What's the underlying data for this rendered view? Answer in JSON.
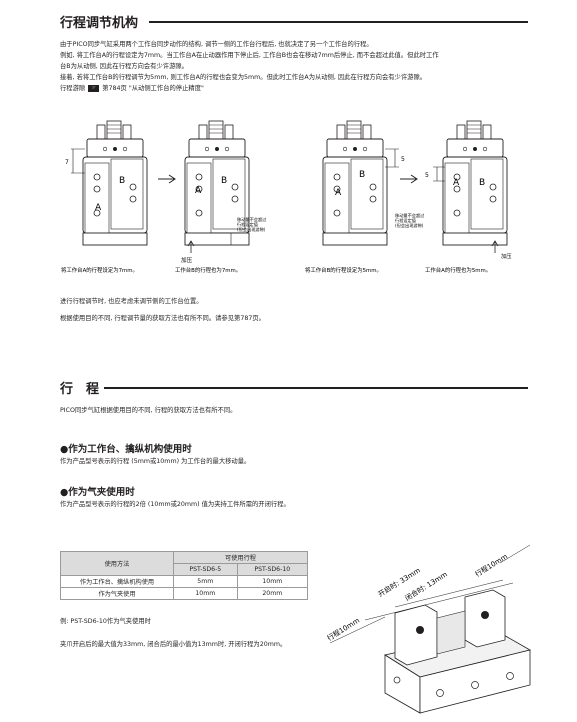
{
  "sec1": {
    "title": "行程调节机构",
    "p1": "由于PICO同步气缸采用两个工作台同步动作的结构, 调节一侧的工作台行程后, 也就决定了另一个工作台的行程。",
    "p2a": "例如, 将工作台A的行程设定为7mm。当工作台A在止动器作用下停止后, 工作台B也会在移动7mm后停止, 而不会超过此值。但此时工作",
    "p2b": "台B为从动侧, 因此在行程方向会有少许游隙。",
    "p3": "接着, 若将工作台B的行程调节为5mm, 则工作台A的行程也会变为5mm。但此时工作台A为从动侧, 因此在行程方向会有少许游隙。",
    "p4_pre": "行程游隙",
    "p4_ref": "第784页 \"从动侧工作台的停止精度\"",
    "diagram": {
      "label_a": "A",
      "label_b": "B",
      "dim_7": "7",
      "dim_5": "5",
      "push": "加压",
      "note1": "移动量不会超过",
      "note2": "行程设定值",
      "note3": "(但会出现游隙)",
      "cap1": "将工作台A的行程设定为7mm。",
      "cap2": "工作台B的行程也为7mm。",
      "cap3": "将工作台B的行程设定为5mm。",
      "cap4": "工作台A的行程也为5mm。"
    },
    "p5": "进行行程调节时, 也应考虑未调节侧的工作台位置。",
    "p6": "根据使用目的不同, 行程调节量的获取方法也有所不同。请参见第787页。"
  },
  "sec2": {
    "title": "行　程",
    "intro": "PICO同步气缸根据使用目的不同, 行程的获取方法也有所不同。",
    "h1": "●作为工作台、擒纵机构使用时",
    "h1_text": "作为产品型号表示的行程 (5mm或10mm) 为工作台的最大移动量。",
    "h2": "●作为气夹使用时",
    "h2_text": "作为产品型号表示的行程的2倍 (10mm或20mm) 值为夹持工件所需的开闭行程。",
    "table": {
      "col_usage": "使用方法",
      "col_stroke": "可使用行程",
      "models": [
        "PST-SD6-5",
        "PST-SD6-10"
      ],
      "rows": [
        {
          "usage": "作为工作台、擒纵机构使用",
          "v1": "5mm",
          "v2": "10mm"
        },
        {
          "usage": "作为气夹使用",
          "v1": "10mm",
          "v2": "20mm"
        }
      ]
    },
    "example": "例: PST-SD6-10作为气夹使用时",
    "example_text": "夹爪开启后的最大值为33mm, 闭合后的最小值为13mm时, 开闭行程为20mm。",
    "fig": {
      "open": "开启时: 33mm",
      "close": "闭合时: 13mm",
      "stroke_r": "行程10mm",
      "stroke_l": "行程10mm"
    }
  }
}
